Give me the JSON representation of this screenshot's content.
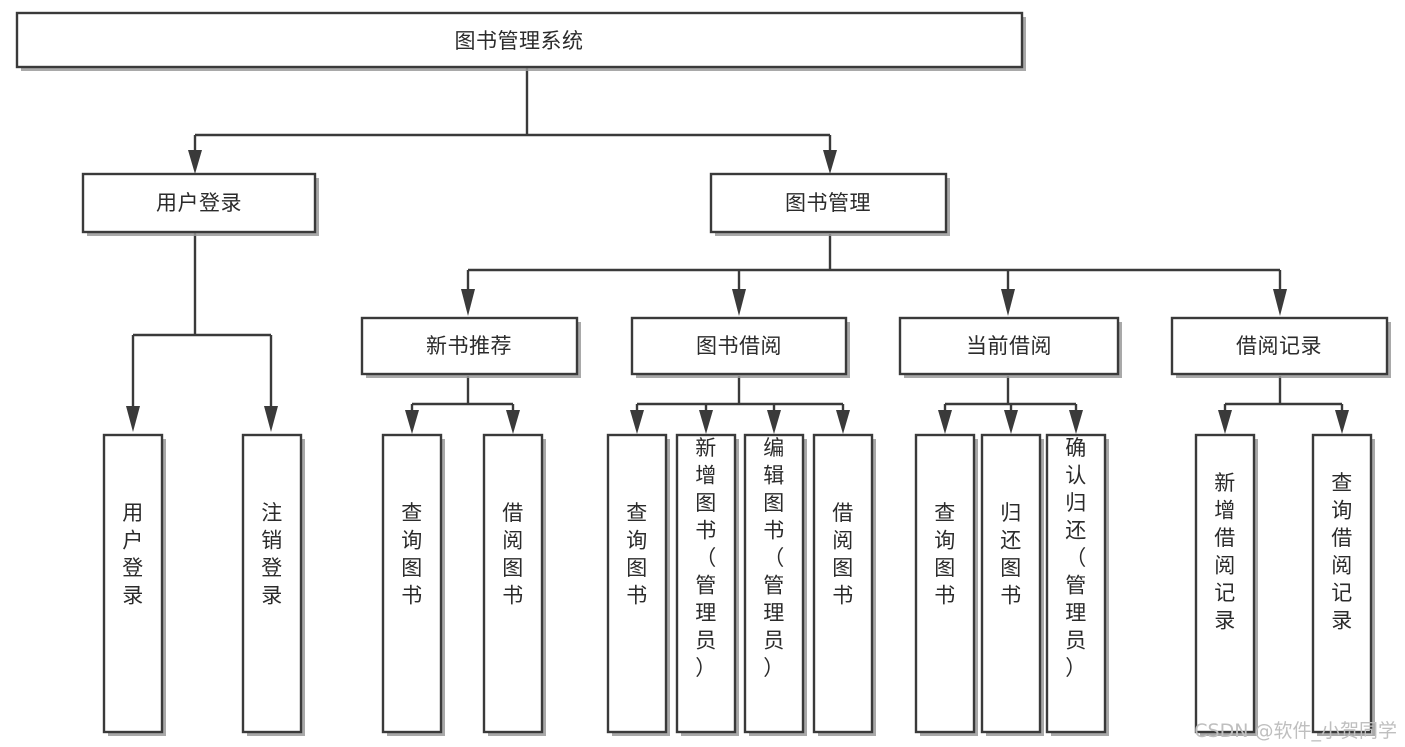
{
  "diagram": {
    "title": "图书管理系统",
    "type": "tree-hierarchy",
    "orientation": "top-down",
    "theme": {
      "background": "#ffffff",
      "box_fill": "#ffffff",
      "box_stroke": "#3a3a3a",
      "shadow": "#9a9a9a",
      "text": "#2b2b2b",
      "watermark_color": "#bfbfbf"
    },
    "root": {
      "id": "root",
      "label": "图书管理系统"
    },
    "level2": [
      {
        "id": "user-login",
        "label": "用户登录"
      },
      {
        "id": "book-manage",
        "label": "图书管理"
      }
    ],
    "level3": [
      {
        "id": "new-book-recommend",
        "label": "新书推荐",
        "parent": "book-manage"
      },
      {
        "id": "book-borrow",
        "label": "图书借阅",
        "parent": "book-manage"
      },
      {
        "id": "current-borrow",
        "label": "当前借阅",
        "parent": "book-manage"
      },
      {
        "id": "borrow-record",
        "label": "借阅记录",
        "parent": "book-manage"
      }
    ],
    "leaves": {
      "user-login": [
        {
          "id": "leaf-user-login",
          "label": "用户登录"
        },
        {
          "id": "leaf-user-logout",
          "label": "注销登录"
        }
      ],
      "new-book-recommend": [
        {
          "id": "leaf-query-book-1",
          "label": "查询图书"
        },
        {
          "id": "leaf-borrow-book-1",
          "label": "借阅图书"
        }
      ],
      "book-borrow": [
        {
          "id": "leaf-query-book-2",
          "label": "查询图书"
        },
        {
          "id": "leaf-add-book",
          "label": "新增图书（管理员）"
        },
        {
          "id": "leaf-edit-book",
          "label": "编辑图书（管理员）"
        },
        {
          "id": "leaf-borrow-book-2",
          "label": "借阅图书"
        }
      ],
      "current-borrow": [
        {
          "id": "leaf-query-book-3",
          "label": "查询图书"
        },
        {
          "id": "leaf-return-book",
          "label": "归还图书"
        },
        {
          "id": "leaf-confirm-return",
          "label": "确认归还（管理员）"
        }
      ],
      "borrow-record": [
        {
          "id": "leaf-add-record",
          "label": "新增借阅记录"
        },
        {
          "id": "leaf-query-record",
          "label": "查询借阅记录"
        }
      ]
    }
  },
  "watermark": {
    "text": "CSDN @软件_小贺同学"
  }
}
